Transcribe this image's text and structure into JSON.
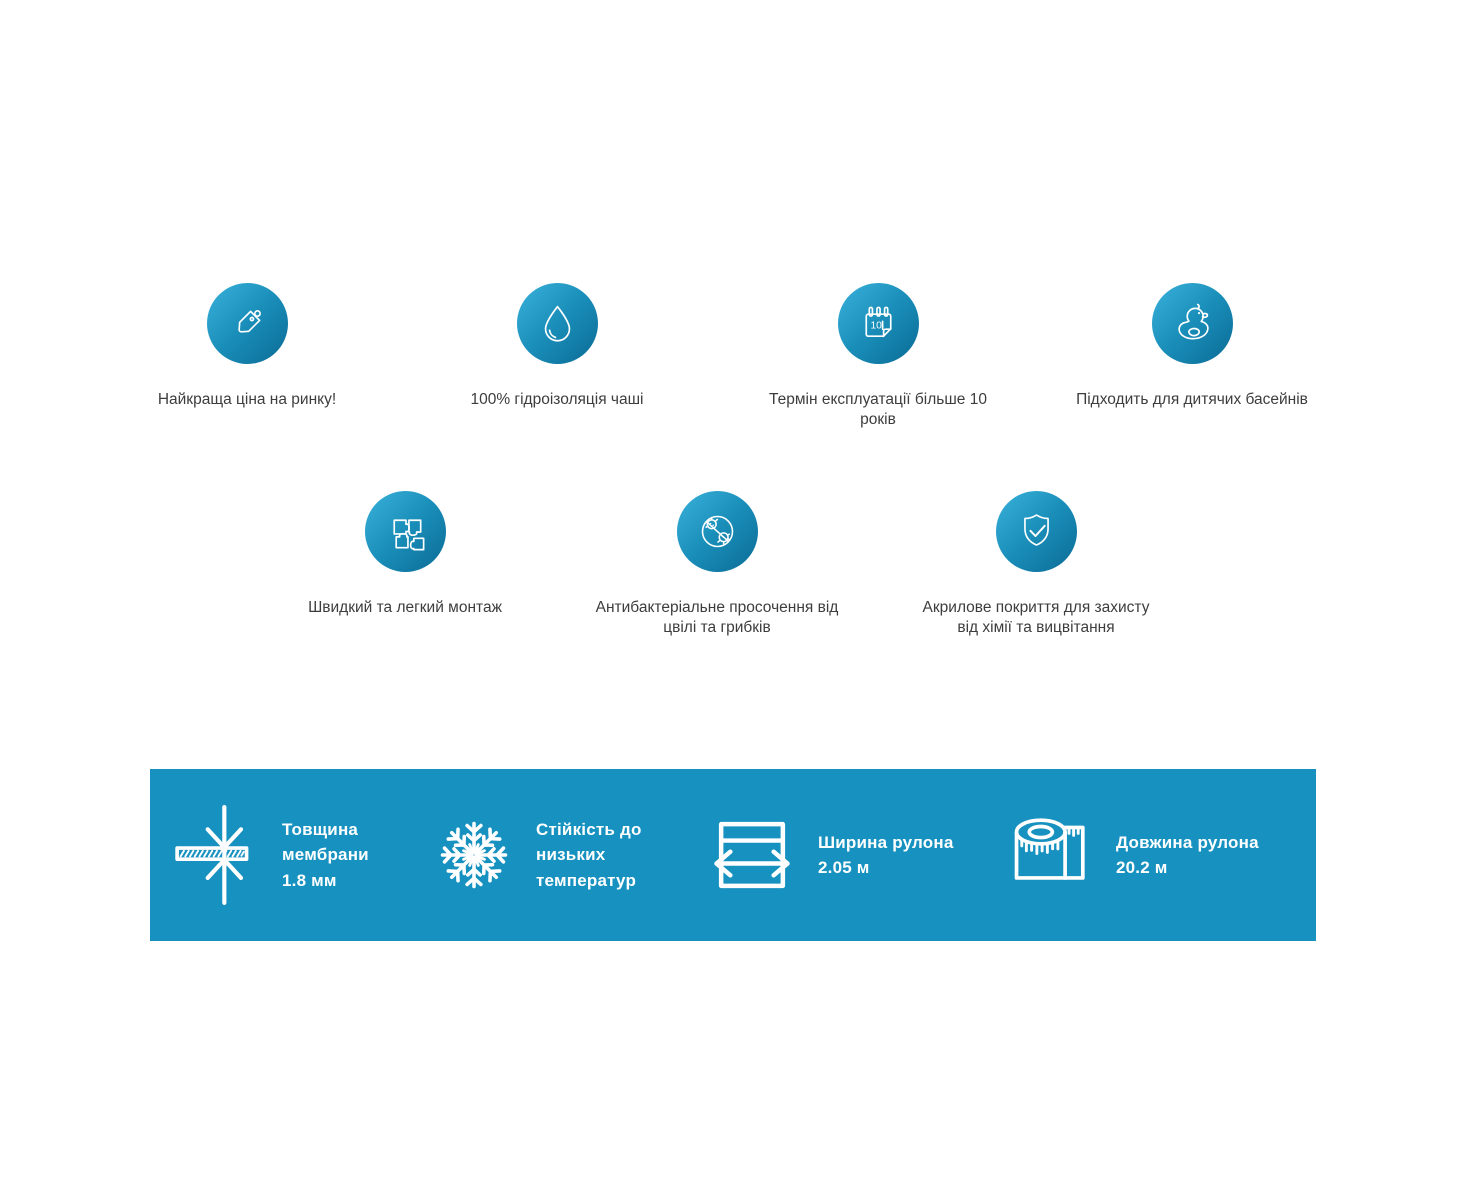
{
  "colors": {
    "page_background": "#ffffff",
    "badge_gradient_start": "#3ab2dc",
    "badge_gradient_end": "#0a6b95",
    "banner_background": "#1792c0",
    "caption_text": "#3d3d3d",
    "banner_text": "#ffffff",
    "icon_stroke": "#ffffff"
  },
  "features": [
    {
      "id": "best-price",
      "icon": "price-tag-icon",
      "label": "Найкраща ціна на ринку!"
    },
    {
      "id": "waterproof",
      "icon": "water-drop-icon",
      "label": "100% гідроізоляція чаші"
    },
    {
      "id": "lifespan",
      "icon": "calendar-icon",
      "label": "Термін експлуатації більше 10\nроків",
      "icon_number": "10"
    },
    {
      "id": "kids-pools",
      "icon": "rubber-duck-icon",
      "label": "Підходить для дитячих басейнів"
    },
    {
      "id": "easy-install",
      "icon": "puzzle-icon",
      "label": "Швидкий та легкий монтаж"
    },
    {
      "id": "antibacterial",
      "icon": "no-bacteria-icon",
      "label": "Антибактеріальне просочення від\nцвілі та грибків"
    },
    {
      "id": "acrylic-coating",
      "icon": "shield-check-icon",
      "label": "Акрилове покриття для захисту\nвід хімії та вицвітання"
    }
  ],
  "specs": [
    {
      "id": "membrane-thickness",
      "icon": "membrane-thickness-icon",
      "label": "Товщина\nмембрани\n1.8 мм"
    },
    {
      "id": "frost-resistance",
      "icon": "snowflake-icon",
      "label": "Стійкість до\nнизьких\nтемператур"
    },
    {
      "id": "roll-width",
      "icon": "roll-width-icon",
      "label": "Ширина рулона\n2.05 м"
    },
    {
      "id": "roll-length",
      "icon": "roll-length-icon",
      "label": "Довжина рулона\n20.2 м"
    }
  ]
}
